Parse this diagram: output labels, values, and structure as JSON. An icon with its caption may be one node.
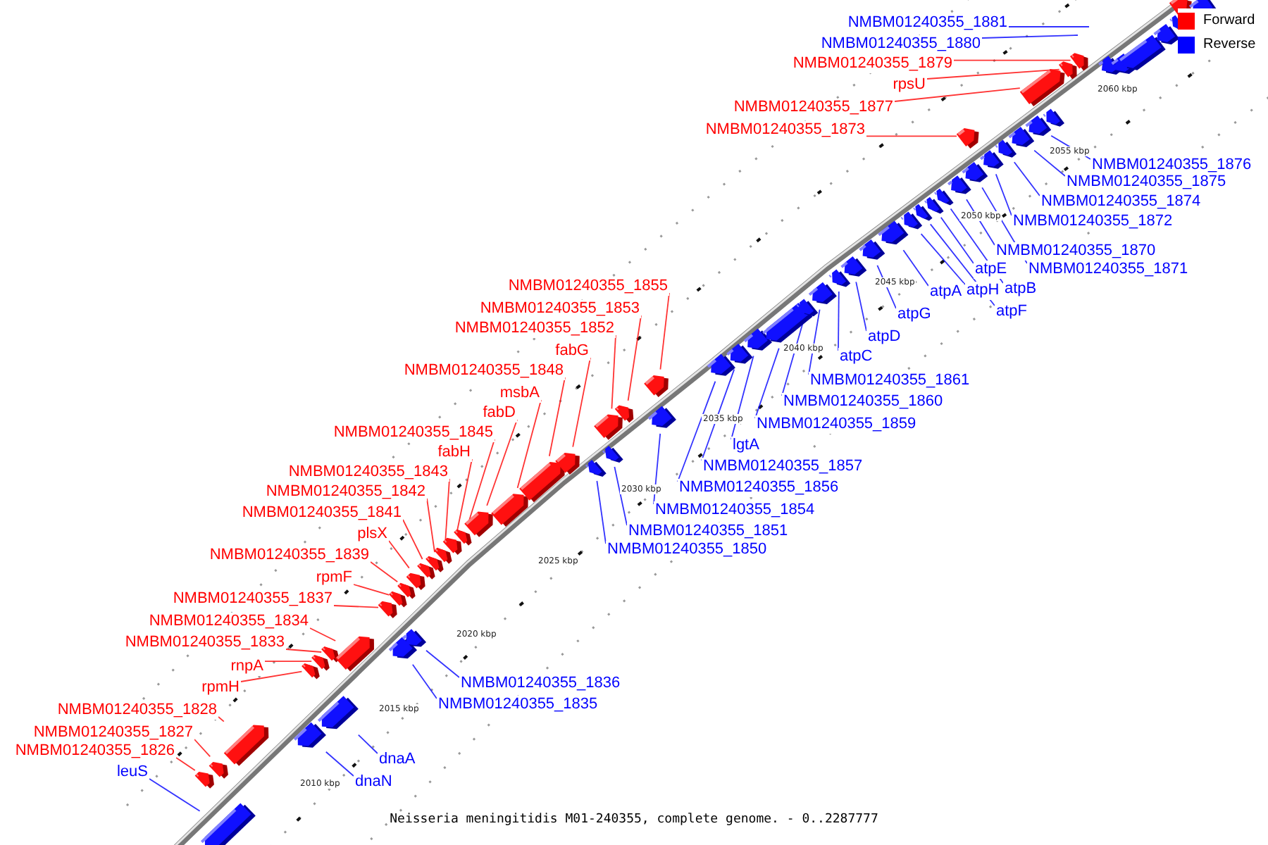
{
  "diagram": {
    "caption": "Neisseria meningitidis M01-240355, complete genome. - 0..2287777",
    "nodes": [
      {
        "text": [
          "NMBM01240355_1881"
        ]
      },
      {
        "text": [
          "NMBM01240355_1880"
        ]
      },
      {
        "text": [
          "NMBM01240355_1879"
        ]
      },
      {
        "text": [
          "rpsU"
        ]
      },
      {
        "text": [
          "NMBM01240355_1877"
        ]
      },
      {
        "text": [
          "NMBM01240355_1873"
        ]
      },
      {
        "text": [
          "NMBM01240355_1876"
        ]
      },
      {
        "text": [
          "NMBM01240355_1875"
        ]
      },
      {
        "text": [
          "NMBM01240355_1874"
        ]
      },
      {
        "text": [
          "NMBM01240355_1872"
        ]
      },
      {
        "text": [
          "NMBM01240355_1870"
        ]
      },
      {
        "text": [
          "NMBM01240355_1871"
        ]
      },
      {
        "text": [
          "atpE"
        ]
      },
      {
        "text": [
          "atpH"
        ]
      },
      {
        "text": [
          "atpB"
        ]
      },
      {
        "text": [
          "atpA"
        ]
      },
      {
        "text": [
          "atpF"
        ]
      },
      {
        "text": [
          "atpG"
        ]
      },
      {
        "text": [
          "atpD"
        ]
      },
      {
        "text": [
          "atpC"
        ]
      },
      {
        "text": [
          "NMBM01240355_1861"
        ]
      },
      {
        "text": [
          "NMBM01240355_1860"
        ]
      },
      {
        "text": [
          "NMBM01240355_1859"
        ]
      },
      {
        "text": [
          "lgtA"
        ]
      },
      {
        "text": [
          "NMBM01240355_1857"
        ]
      },
      {
        "text": [
          "NMBM01240355_1856"
        ]
      },
      {
        "text": [
          "NMBM01240355_1854"
        ]
      },
      {
        "text": [
          "NMBM01240355_1851"
        ]
      },
      {
        "text": [
          "NMBM01240355_1850"
        ]
      },
      {
        "text": [
          "NMBM01240355_1855"
        ]
      },
      {
        "text": [
          "NMBM01240355_1853"
        ]
      },
      {
        "text": [
          "NMBM01240355_1852"
        ]
      },
      {
        "text": [
          "fabG"
        ]
      },
      {
        "text": [
          "NMBM01240355_1848"
        ]
      },
      {
        "text": [
          "msbA"
        ]
      },
      {
        "text": [
          "fabD"
        ]
      },
      {
        "text": [
          "NMBM01240355_1845"
        ]
      },
      {
        "text": [
          "fabH"
        ]
      },
      {
        "text": [
          "NMBM01240355_1843"
        ]
      },
      {
        "text": [
          "NMBM01240355_1842"
        ]
      },
      {
        "text": [
          "NMBM01240355_1841"
        ]
      },
      {
        "text": [
          "plsX"
        ]
      },
      {
        "text": [
          "NMBM01240355_1839"
        ]
      },
      {
        "text": [
          "rpmF"
        ]
      },
      {
        "text": [
          "NMBM01240355_1837"
        ]
      },
      {
        "text": [
          "NMBM01240355_1834"
        ]
      },
      {
        "text": [
          "NMBM01240355_1833"
        ]
      },
      {
        "text": [
          "rnpA"
        ]
      },
      {
        "text": [
          "rpmH"
        ]
      },
      {
        "text": [
          "NMBM01240355_1828"
        ]
      },
      {
        "text": [
          "NMBM01240355_1827"
        ]
      },
      {
        "text": [
          "NMBM01240355_1826"
        ]
      },
      {
        "text": [
          "leuS"
        ]
      },
      {
        "text": [
          "NMBM01240355_1836"
        ]
      },
      {
        "text": [
          "NMBM01240355_1835"
        ]
      },
      {
        "text": [
          "dnaA"
        ]
      },
      {
        "text": [
          "dnaN"
        ]
      },
      {
        "text": [],
        "shape": "arrow"
      },
      {
        "text": [],
        "shape": "arrow"
      },
      {
        "text": [],
        "shape": "arrow"
      },
      {
        "text": [],
        "shape": "arrow"
      },
      {
        "text": [],
        "shape": "arrow"
      },
      {
        "text": [],
        "shape": "arrow"
      },
      {
        "text": [],
        "shape": "arrow"
      },
      {
        "text": [],
        "shape": "arrow"
      },
      {
        "text": [],
        "shape": "arrow"
      },
      {
        "text": [],
        "shape": "arrow"
      },
      {
        "text": [],
        "shape": "arrow"
      },
      {
        "text": [],
        "shape": "arrow"
      },
      {
        "text": [],
        "shape": "arrow"
      },
      {
        "text": [],
        "shape": "arrow"
      },
      {
        "text": [],
        "shape": "arrow"
      },
      {
        "text": [],
        "shape": "arrow"
      },
      {
        "text": [],
        "shape": "arrow"
      },
      {
        "text": [],
        "shape": "arrow"
      },
      {
        "text": [],
        "shape": "arrow"
      },
      {
        "text": [],
        "shape": "arrow"
      },
      {
        "text": [],
        "shape": "arrow"
      },
      {
        "text": [],
        "shape": "arrow"
      },
      {
        "text": [],
        "shape": "arrow"
      },
      {
        "text": [],
        "shape": "arrow"
      },
      {
        "text": [],
        "shape": "arrow"
      },
      {
        "text": [],
        "shape": "arrow"
      },
      {
        "text": [],
        "shape": "arrow"
      },
      {
        "text": [],
        "shape": "arrow"
      },
      {
        "text": [],
        "shape": "arrow"
      },
      {
        "text": [],
        "shape": "arrow"
      },
      {
        "text": [],
        "shape": "arrow"
      },
      {
        "text": [],
        "shape": "arrow"
      },
      {
        "text": [],
        "shape": "arrow"
      },
      {
        "text": [],
        "shape": "arrow"
      },
      {
        "text": [],
        "shape": "arrow"
      },
      {
        "text": [],
        "shape": "arrow"
      },
      {
        "text": [],
        "shape": "arrow"
      },
      {
        "text": [],
        "shape": "arrow"
      },
      {
        "text": [],
        "shape": "arrow"
      },
      {
        "text": [],
        "shape": "arrow"
      },
      {
        "text": [],
        "shape": "arrow"
      },
      {
        "text": [],
        "shape": "arrow"
      },
      {
        "text": [],
        "shape": "arrow"
      },
      {
        "text": [],
        "shape": "arrow"
      },
      {
        "text": [],
        "shape": "arrow"
      },
      {
        "text": [],
        "shape": "arrow"
      },
      {
        "text": [],
        "shape": "arrow"
      },
      {
        "text": [],
        "shape": "arrow"
      },
      {
        "text": [],
        "shape": "arrow"
      },
      {
        "text": [],
        "shape": "arrow"
      },
      {
        "text": [],
        "shape": "arrow"
      },
      {
        "text": [],
        "shape": "arrow"
      },
      {
        "text": [],
        "shape": "arrow"
      },
      {
        "text": [],
        "shape": "arrow"
      },
      {
        "text": [],
        "shape": "arrow"
      }
    ],
    "edges": [
      {
        "from": 0,
        "to": null,
        "arrow": "none",
        "color": "#0000ff"
      },
      {
        "from": 1,
        "to": null,
        "arrow": "none",
        "color": "#0000ff"
      },
      {
        "from": 2,
        "to": 111,
        "arrow": "none",
        "color": "#ff0000"
      },
      {
        "from": 3,
        "to": 110,
        "arrow": "none",
        "color": "#ff0000"
      },
      {
        "from": 4,
        "to": 109,
        "arrow": "none",
        "color": "#ff0000"
      },
      {
        "from": 5,
        "to": 103,
        "arrow": "none",
        "color": "#ff0000"
      },
      {
        "from": 6,
        "to": 108,
        "arrow": "none",
        "color": "#0000ff"
      },
      {
        "from": 7,
        "to": 107,
        "arrow": "none",
        "color": "#0000ff"
      },
      {
        "from": 8,
        "to": 106,
        "arrow": "none",
        "color": "#0000ff"
      },
      {
        "from": 9,
        "to": 105,
        "arrow": "none",
        "color": "#0000ff"
      },
      {
        "from": 10,
        "to": 102,
        "arrow": "none",
        "color": "#0000ff"
      },
      {
        "from": 11,
        "to": 104,
        "arrow": "none",
        "color": "#0000ff"
      },
      {
        "from": 12,
        "to": 100,
        "arrow": "none",
        "color": "#0000ff"
      },
      {
        "from": 13,
        "to": 98,
        "arrow": "none",
        "color": "#0000ff"
      },
      {
        "from": 14,
        "to": 101,
        "arrow": "none",
        "color": "#0000ff"
      },
      {
        "from": 15,
        "to": 97,
        "arrow": "none",
        "color": "#0000ff"
      },
      {
        "from": 16,
        "to": 99,
        "arrow": "none",
        "color": "#0000ff"
      },
      {
        "from": 17,
        "to": 96,
        "arrow": "none",
        "color": "#0000ff"
      },
      {
        "from": 18,
        "to": 95,
        "arrow": "none",
        "color": "#0000ff"
      },
      {
        "from": 19,
        "to": 94,
        "arrow": "none",
        "color": "#0000ff"
      },
      {
        "from": 20,
        "to": 93,
        "arrow": "none",
        "color": "#0000ff"
      },
      {
        "from": 21,
        "to": 92,
        "arrow": "none",
        "color": "#0000ff"
      },
      {
        "from": 22,
        "to": 91,
        "arrow": "none",
        "color": "#0000ff"
      },
      {
        "from": 23,
        "to": 90,
        "arrow": "none",
        "color": "#0000ff"
      },
      {
        "from": 24,
        "to": 89,
        "arrow": "none",
        "color": "#0000ff"
      },
      {
        "from": 25,
        "to": 88,
        "arrow": "none",
        "color": "#0000ff"
      },
      {
        "from": 26,
        "to": 87,
        "arrow": "none",
        "color": "#0000ff"
      },
      {
        "from": 27,
        "to": 84,
        "arrow": "none",
        "color": "#0000ff"
      },
      {
        "from": 28,
        "to": 82,
        "arrow": "none",
        "color": "#0000ff"
      },
      {
        "from": 29,
        "to": 86,
        "arrow": "none",
        "color": "#ff0000"
      },
      {
        "from": 30,
        "to": 85,
        "arrow": "none",
        "color": "#ff0000"
      },
      {
        "from": 31,
        "to": 83,
        "arrow": "none",
        "color": "#ff0000"
      },
      {
        "from": 32,
        "to": 81,
        "arrow": "none",
        "color": "#ff0000"
      },
      {
        "from": 33,
        "to": 80,
        "arrow": "none",
        "color": "#ff0000"
      },
      {
        "from": 34,
        "to": 79,
        "arrow": "none",
        "color": "#ff0000"
      },
      {
        "from": 35,
        "to": 78,
        "arrow": "none",
        "color": "#ff0000"
      },
      {
        "from": 36,
        "to": 77,
        "arrow": "none",
        "color": "#ff0000"
      },
      {
        "from": 37,
        "to": 76,
        "arrow": "none",
        "color": "#ff0000"
      },
      {
        "from": 38,
        "to": 75,
        "arrow": "none",
        "color": "#ff0000"
      },
      {
        "from": 39,
        "to": 74,
        "arrow": "none",
        "color": "#ff0000"
      },
      {
        "from": 40,
        "to": 73,
        "arrow": "none",
        "color": "#ff0000"
      },
      {
        "from": 41,
        "to": 72,
        "arrow": "none",
        "color": "#ff0000"
      },
      {
        "from": 42,
        "to": 70,
        "arrow": "none",
        "color": "#ff0000"
      },
      {
        "from": 43,
        "to": 68,
        "arrow": "none",
        "color": "#ff0000"
      },
      {
        "from": 44,
        "to": 67,
        "arrow": "none",
        "color": "#ff0000"
      },
      {
        "from": 45,
        "to": 66,
        "arrow": "none",
        "color": "#ff0000"
      },
      {
        "from": 46,
        "to": 64,
        "arrow": "none",
        "color": "#ff0000"
      },
      {
        "from": 47,
        "to": 63,
        "arrow": "none",
        "color": "#ff0000"
      },
      {
        "from": 48,
        "to": 62,
        "arrow": "none",
        "color": "#ff0000"
      },
      {
        "from": 49,
        "to": 60,
        "arrow": "none",
        "color": "#ff0000"
      },
      {
        "from": 50,
        "to": 58,
        "arrow": "none",
        "color": "#ff0000"
      },
      {
        "from": 51,
        "to": 57,
        "arrow": "none",
        "color": "#ff0000"
      },
      {
        "from": 52,
        "to": 59,
        "arrow": "none",
        "color": "#0000ff"
      },
      {
        "from": 53,
        "to": 71,
        "arrow": "none",
        "color": "#0000ff"
      },
      {
        "from": 54,
        "to": 69,
        "arrow": "none",
        "color": "#0000ff"
      },
      {
        "from": 55,
        "to": 65,
        "arrow": "none",
        "color": "#0000ff"
      },
      {
        "from": 56,
        "to": 61,
        "arrow": "none",
        "color": "#0000ff"
      }
    ],
    "labels": [
      "2060 kbp",
      "2055 kbp",
      "2050 kbp",
      "2045 kbp",
      "2040 kbp",
      "2035 kbp",
      "2030 kbp",
      "2025 kbp",
      "2020 kbp",
      "2015 kbp",
      "2010 kbp"
    ],
    "legend": [
      {
        "text": "Forward",
        "color": "#ff0000"
      },
      {
        "text": "Reverse",
        "color": "#0000ff"
      }
    ]
  }
}
